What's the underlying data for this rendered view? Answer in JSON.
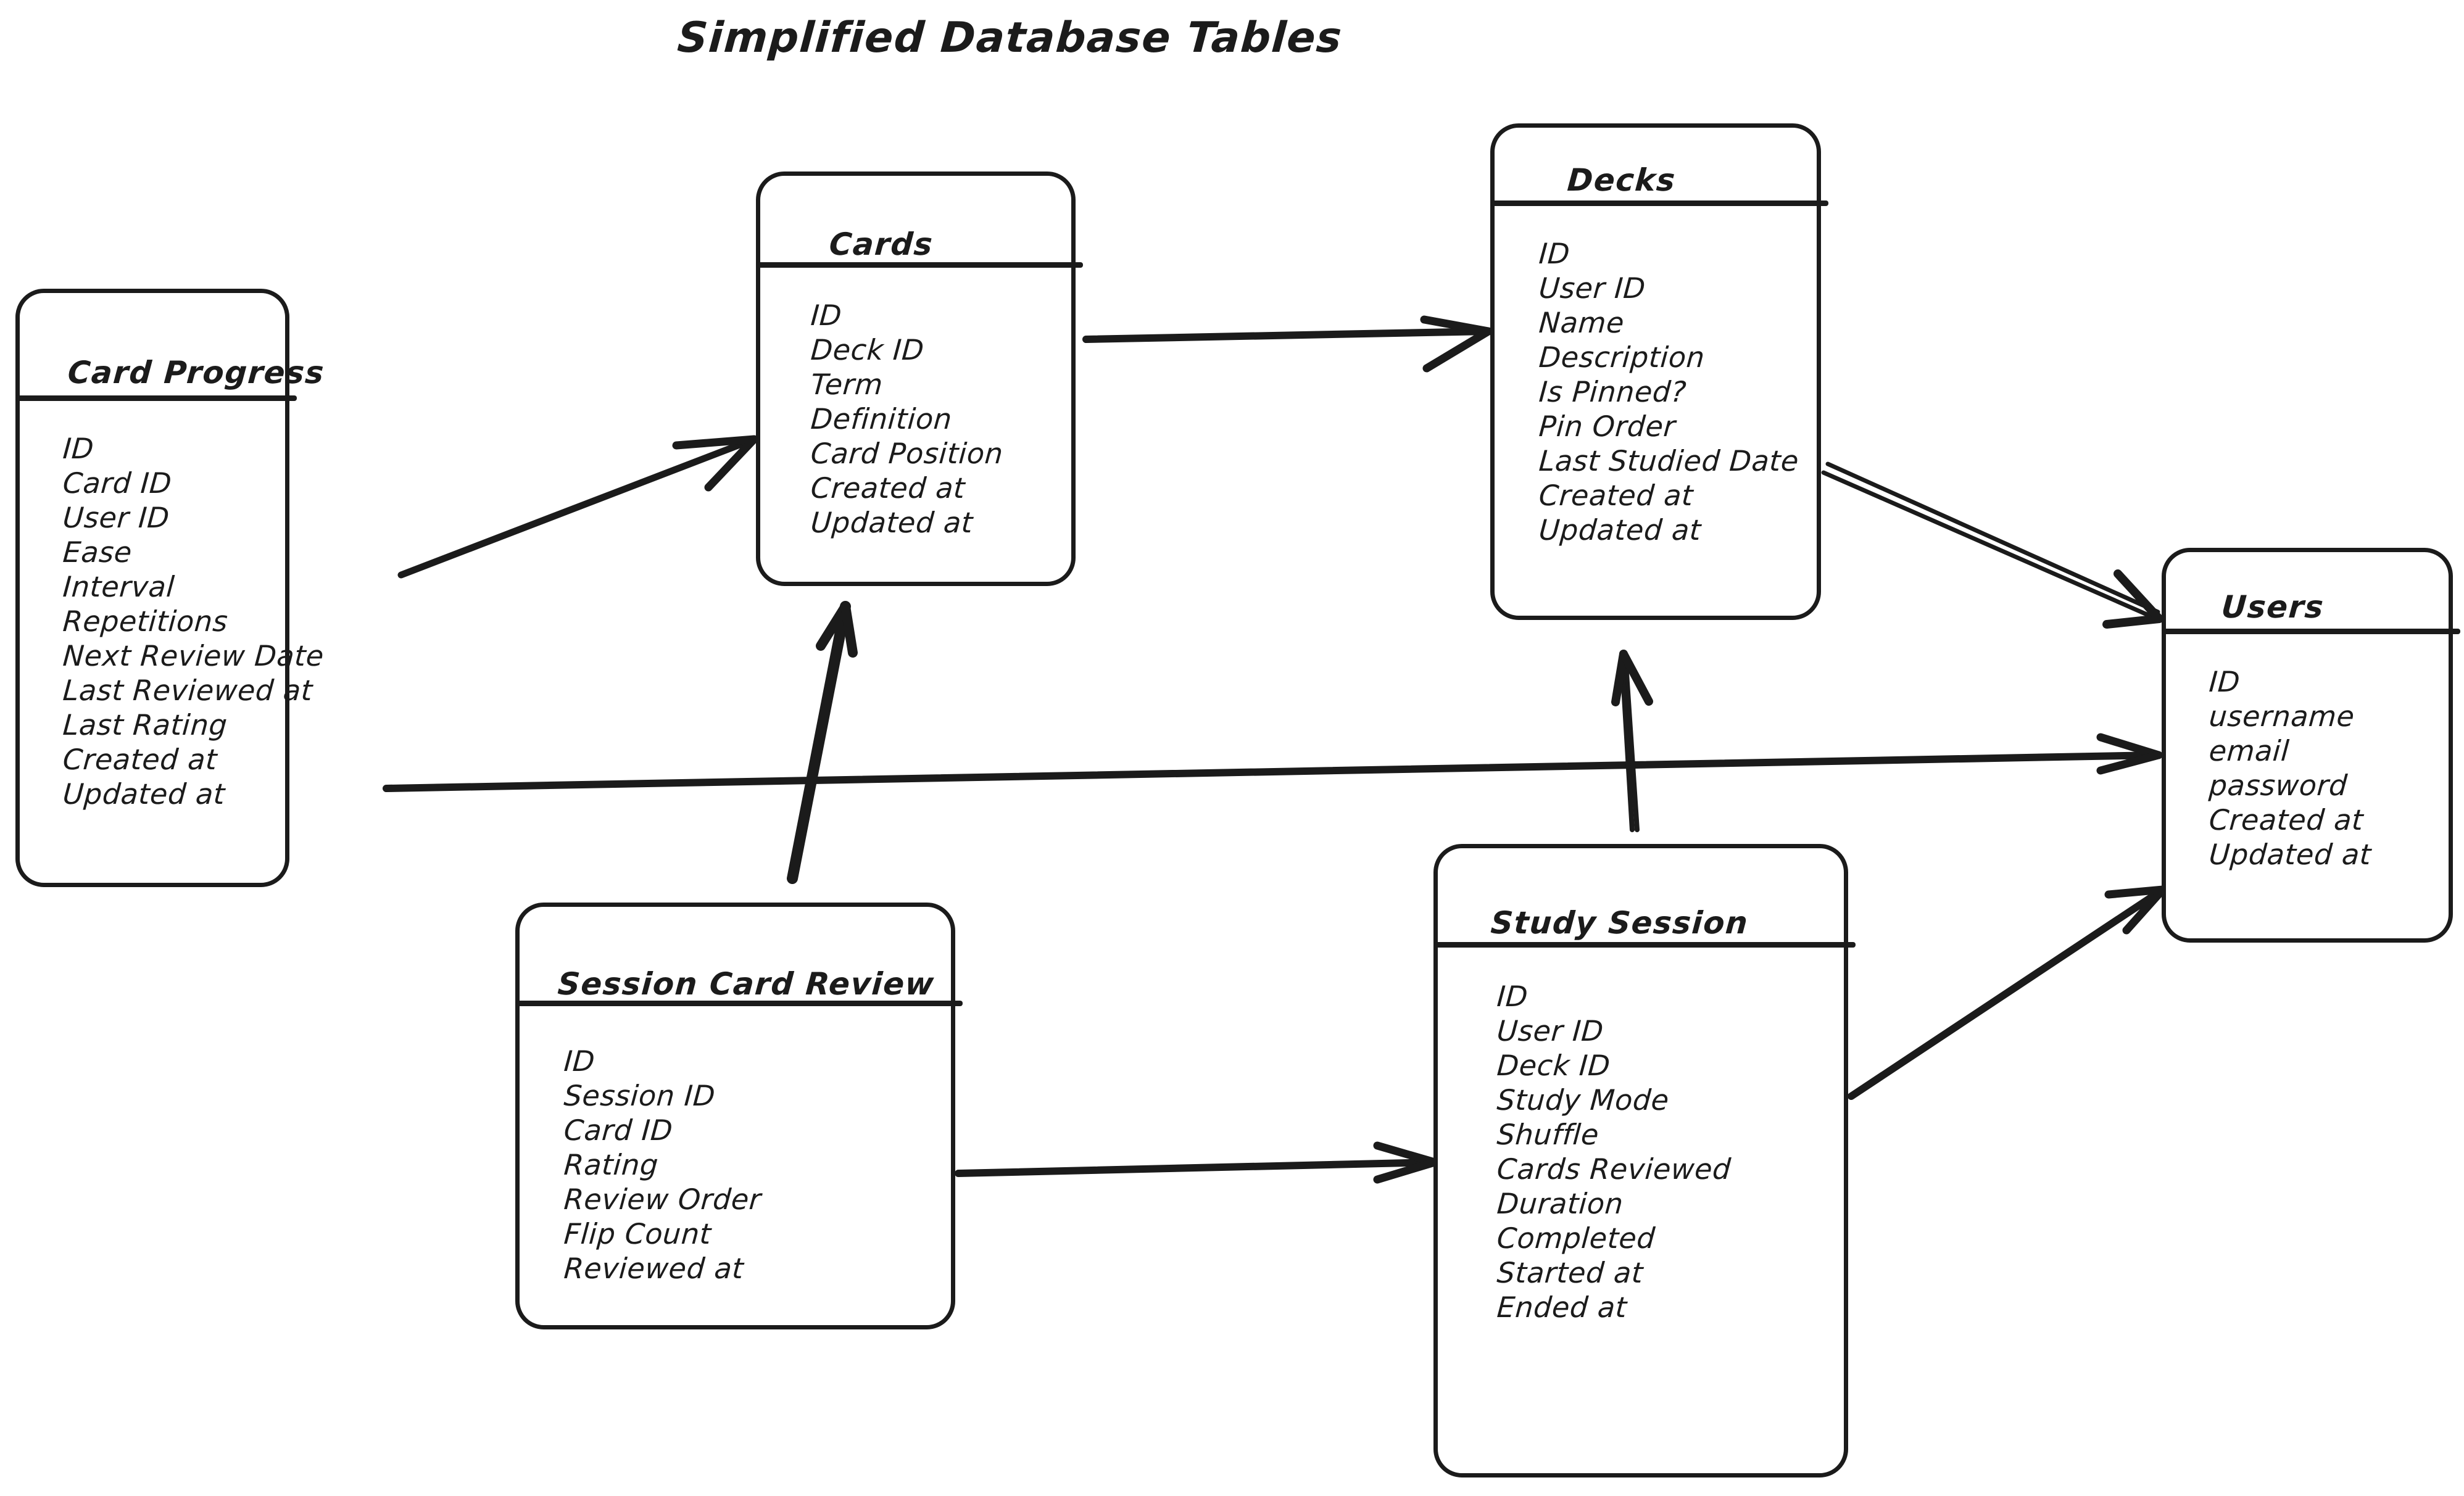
{
  "title": "Simplified Database Tables",
  "colors": {
    "ink": "#1b1b1b",
    "background": "#ffffff"
  },
  "tables": [
    {
      "id": "card-progress",
      "name": "Card Progress",
      "fields": [
        "ID",
        "Card ID",
        "User ID",
        "Ease",
        "Interval",
        "Repetitions",
        "Next Review Date",
        "Last Reviewed at",
        "Last Rating",
        "Created at",
        "Updated at"
      ]
    },
    {
      "id": "cards",
      "name": "Cards",
      "fields": [
        "ID",
        "Deck ID",
        "Term",
        "Definition",
        "Card Position",
        "Created at",
        "Updated at"
      ]
    },
    {
      "id": "decks",
      "name": "Decks",
      "fields": [
        "ID",
        "User ID",
        "Name",
        "Description",
        "Is Pinned?",
        "Pin Order",
        "Last Studied Date",
        "Created at",
        "Updated at"
      ]
    },
    {
      "id": "users",
      "name": "Users",
      "fields": [
        "ID",
        "username",
        "email",
        "password",
        "Created at",
        "Updated at"
      ]
    },
    {
      "id": "session-card-review",
      "name": "Session Card Review",
      "fields": [
        "ID",
        "Session ID",
        "Card ID",
        "Rating",
        "Review Order",
        "Flip Count",
        "Reviewed at"
      ]
    },
    {
      "id": "study-session",
      "name": "Study Session",
      "fields": [
        "ID",
        "User ID",
        "Deck ID",
        "Study Mode",
        "Shuffle",
        "Cards Reviewed",
        "Duration",
        "Completed",
        "Started at",
        "Ended at"
      ]
    }
  ],
  "relationships": [
    {
      "id": "card-progress-to-cards",
      "from": "Card Progress",
      "to": "Cards",
      "style": "single-arrow"
    },
    {
      "id": "card-progress-to-users",
      "from": "Card Progress",
      "to": "Users",
      "style": "single-arrow"
    },
    {
      "id": "cards-to-decks",
      "from": "Cards",
      "to": "Decks",
      "style": "single-arrow"
    },
    {
      "id": "decks-to-users",
      "from": "Decks",
      "to": "Users",
      "style": "double-arrow"
    },
    {
      "id": "session-card-review-to-cards",
      "from": "Session Card Review",
      "to": "Cards",
      "style": "single-arrow"
    },
    {
      "id": "session-card-review-to-study-session",
      "from": "Session Card Review",
      "to": "Study Session",
      "style": "single-arrow"
    },
    {
      "id": "study-session-to-decks",
      "from": "Study Session",
      "to": "Decks",
      "style": "double-arrow"
    },
    {
      "id": "study-session-to-users",
      "from": "Study Session",
      "to": "Users",
      "style": "single-arrow"
    }
  ]
}
